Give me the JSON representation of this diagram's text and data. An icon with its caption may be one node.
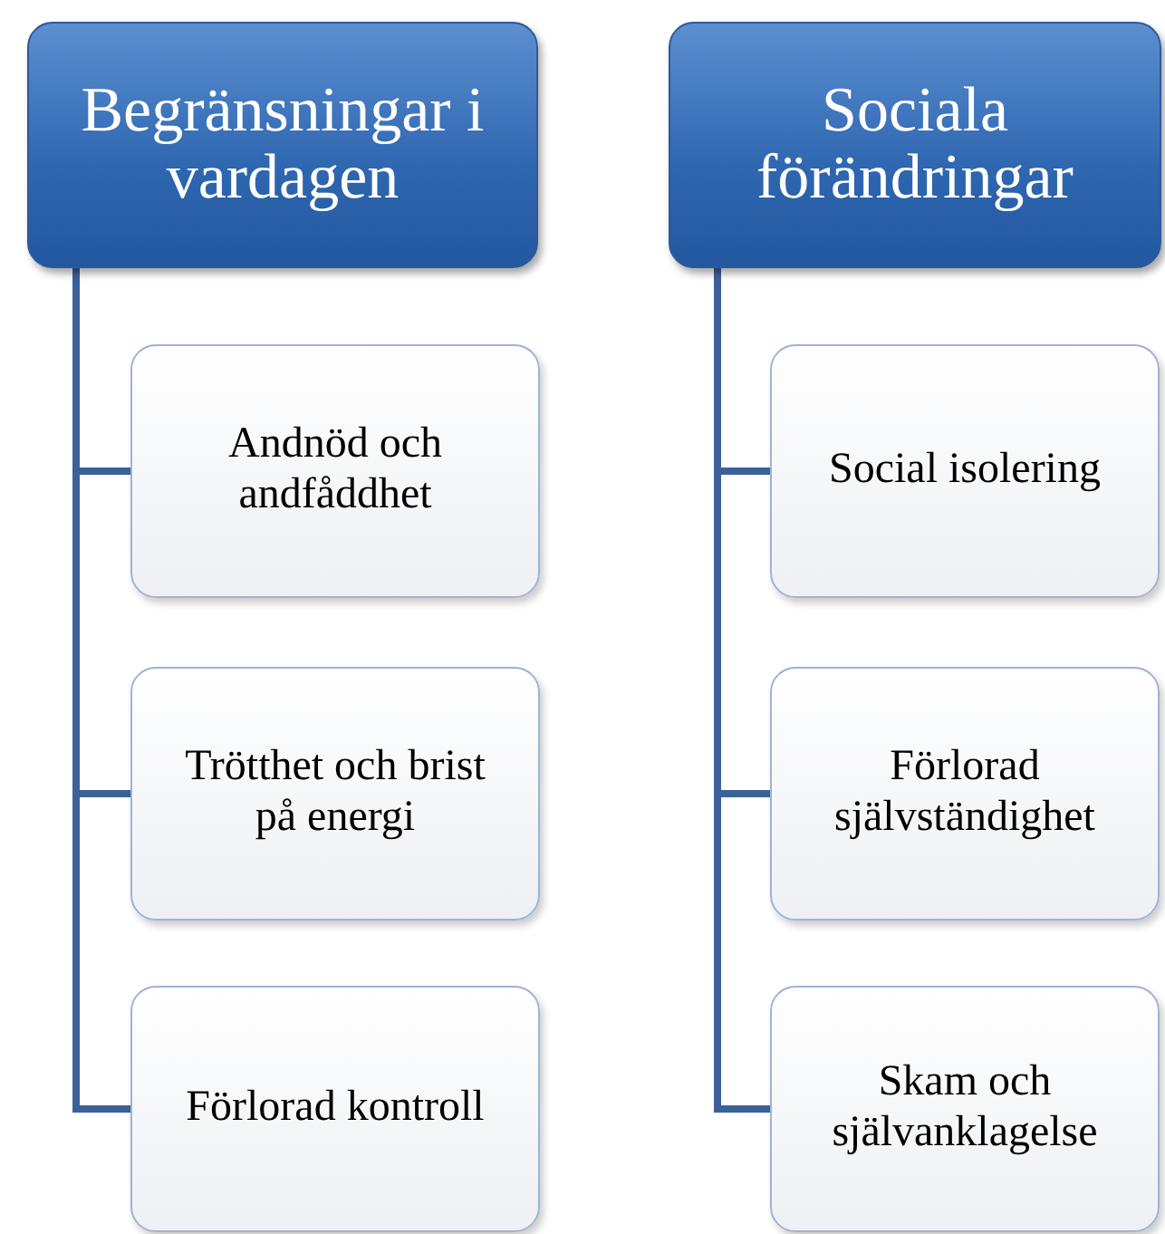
{
  "diagram": {
    "nodes": [
      {
        "text": [
          "Begränsningar i vardagen"
        ]
      },
      {
        "text": [
          "Andnöd och andfåddhet"
        ]
      },
      {
        "text": [
          "Trötthet och brist på energi"
        ]
      },
      {
        "text": [
          "Förlorad kontroll"
        ]
      },
      {
        "text": [
          "Sociala förändringar"
        ]
      },
      {
        "text": [
          "Social isolering"
        ]
      },
      {
        "text": [
          "Förlorad självständighet"
        ]
      },
      {
        "text": [
          "Skam och självanklagelse"
        ]
      }
    ],
    "edges": [
      {
        "from": 0,
        "to": 1,
        "arrow": "none"
      },
      {
        "from": 0,
        "to": 2,
        "arrow": "none"
      },
      {
        "from": 0,
        "to": 3,
        "arrow": "none"
      },
      {
        "from": 4,
        "to": 5,
        "arrow": "none"
      },
      {
        "from": 4,
        "to": 6,
        "arrow": "none"
      },
      {
        "from": 4,
        "to": 7,
        "arrow": "none"
      }
    ]
  }
}
